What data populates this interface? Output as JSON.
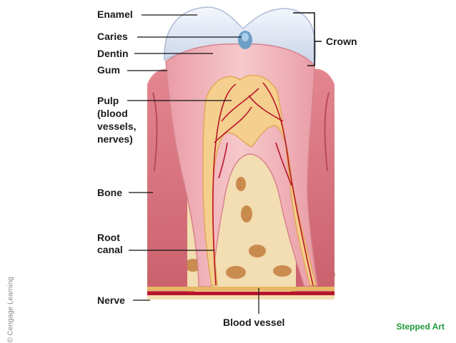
{
  "labels": {
    "enamel": "Enamel",
    "caries": "Caries",
    "dentin": "Dentin",
    "gum": "Gum",
    "pulp_1": "Pulp",
    "pulp_2": "(blood",
    "pulp_3": "vessels,",
    "pulp_4": "nerves)",
    "bone": "Bone",
    "root_canal_1": "Root",
    "root_canal_2": "canal",
    "nerve": "Nerve",
    "blood_vessel": "Blood vessel",
    "crown": "Crown"
  },
  "credit": "© Cengage Learning",
  "stepped_art": "Stepped Art",
  "colors": {
    "enamel": "#dfe6f3",
    "dentin": "#efb6bb",
    "pulp": "#f4ce8f",
    "gum": "#d9737c",
    "bone": "#f4dfb6",
    "bone_cavity": "#c98b4e",
    "vessel": "#b8152a",
    "stepped_art": "#1f9a3a"
  }
}
